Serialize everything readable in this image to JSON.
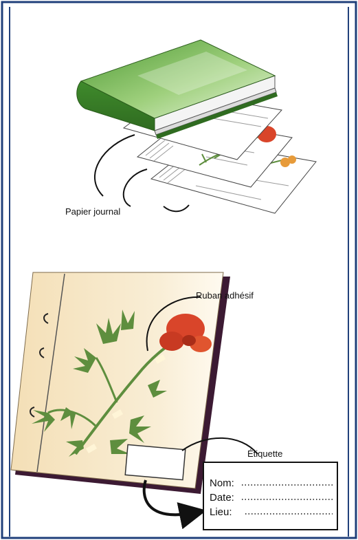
{
  "labels": {
    "newspaper": "Papier journal",
    "tape": "Ruban adhésif",
    "label": "Étiquette"
  },
  "label_card": {
    "name": "Nom:",
    "date": "Date:",
    "place": "Lieu:"
  },
  "colors": {
    "border": "#1f3f7a",
    "book_green": "#6fb24a",
    "poppy_red": "#d9452a",
    "leaf_green": "#5e8e3e",
    "sheet_cream": "#f6e6c4"
  }
}
